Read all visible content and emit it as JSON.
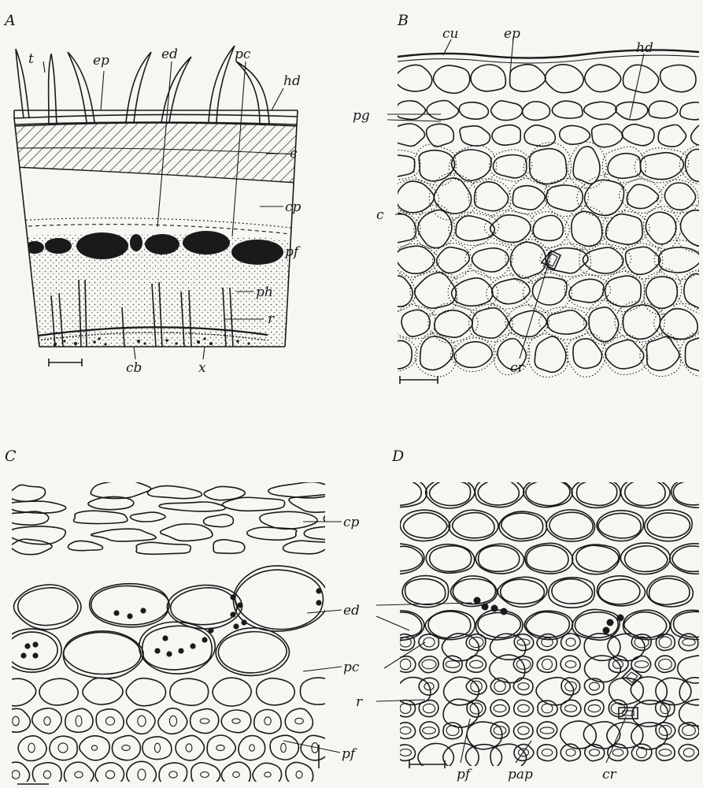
{
  "figure": {
    "panels": [
      {
        "id": "A",
        "labels": [
          "t",
          "ep",
          "ed",
          "pc",
          "hd",
          "c",
          "cp",
          "pf",
          "ph",
          "r",
          "cb",
          "x"
        ]
      },
      {
        "id": "B",
        "labels": [
          "cu",
          "ep",
          "hd",
          "pg",
          "c",
          "cr"
        ]
      },
      {
        "id": "C",
        "labels": [
          "cp",
          "ed",
          "pc",
          "pf"
        ]
      },
      {
        "id": "D",
        "labels": [
          "r",
          "pf",
          "pap",
          "cr"
        ]
      }
    ]
  }
}
